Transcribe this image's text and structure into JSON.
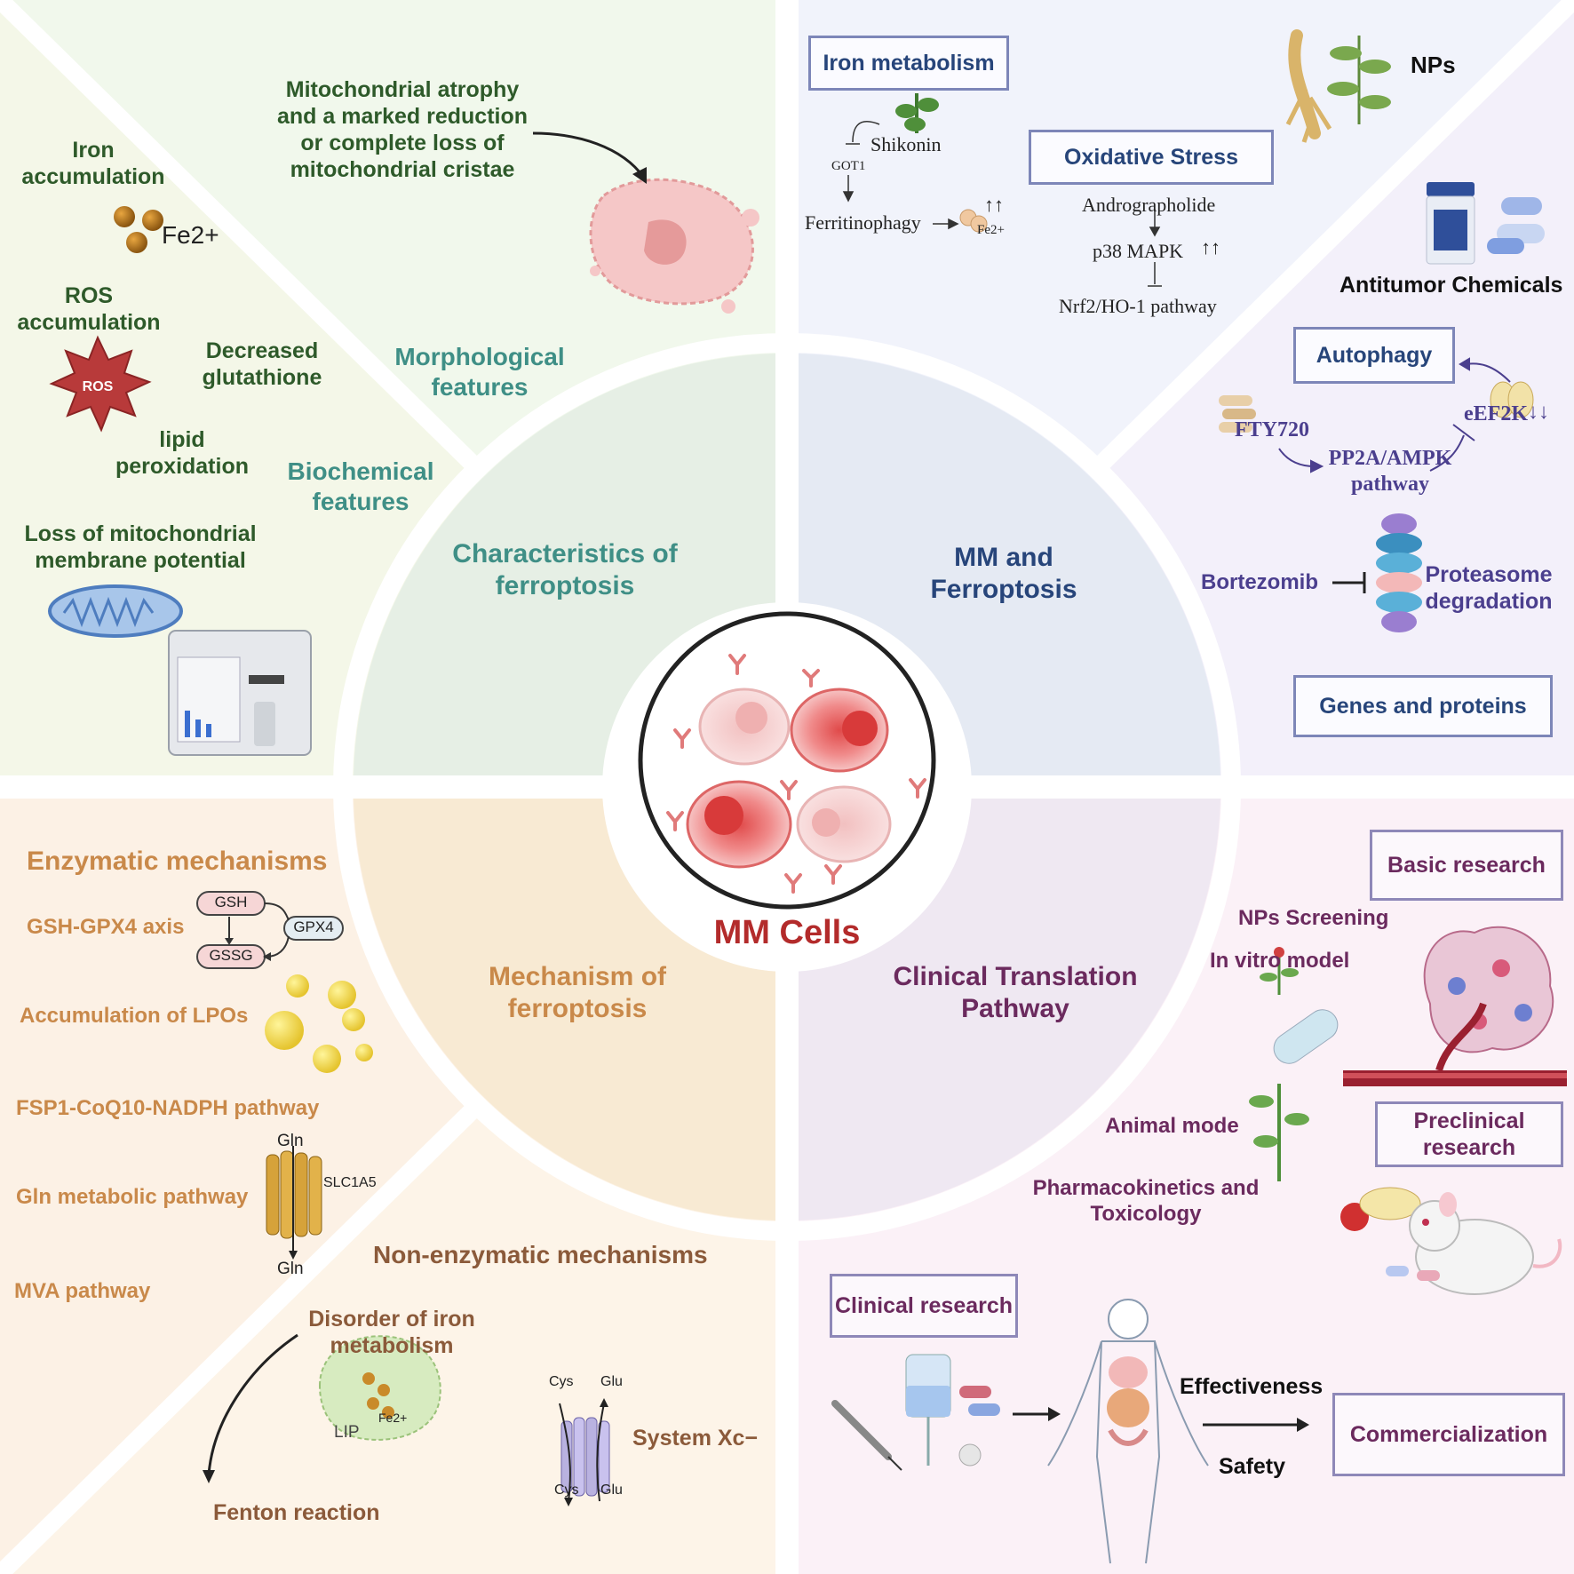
{
  "center": {
    "title": "MM Cells"
  },
  "quadrants": {
    "top_left": {
      "title": "Characteristics of ferroptosis"
    },
    "top_right": {
      "title": "MM and Ferroptosis"
    },
    "bottom_left": {
      "title": "Mechanism of ferroptosis"
    },
    "bottom_right": {
      "title": "Clinical Translation Pathway"
    }
  },
  "characteristics": {
    "morphological": "Morphological features",
    "biochemical": "Biochemical features",
    "mitochondrial_note": "Mitochondrial atrophy and a marked reduction or complete loss of mitochondrial cristae",
    "iron_accumulation": "Iron accumulation",
    "fe_label": "Fe2+",
    "ros_accumulation": "ROS accumulation",
    "ros_badge": "ROS",
    "decreased_glutathione": "Decreased glutathione",
    "lipid_peroxidation": "lipid peroxidation",
    "membrane_potential": "Loss of mitochondrial membrane potential"
  },
  "mm_ferroptosis": {
    "iron_metabolism": "Iron metabolism",
    "shikonin": "Shikonin",
    "got1": "GOT1",
    "ferritinophagy": "Ferritinophagy",
    "fe_small": "Fe2+",
    "nps": "NPs",
    "oxidative_stress": "Oxidative Stress",
    "andrographolide": "Andrographolide",
    "p38": "p38 MAPK",
    "nrf2": "Nrf2/HO-1 pathway",
    "antitumor": "Antitumor Chemicals",
    "autophagy": "Autophagy",
    "fty720": "FTY720",
    "eef2k": "eEF2K",
    "pp2a": "PP2A/AMPK pathway",
    "bortezomib": "Bortezomib",
    "proteasome": "Proteasome degradation",
    "genes_proteins": "Genes and proteins"
  },
  "mechanism": {
    "enzymatic": "Enzymatic mechanisms",
    "gsh_gpx4": "GSH-GPX4 axis",
    "gsh": "GSH",
    "gssg": "GSSG",
    "gpx4": "GPX4",
    "lpos": "Accumulation of LPOs",
    "fsp1": "FSP1-CoQ10-NADPH pathway",
    "gln_pathway": "Gln metabolic pathway",
    "gln_top": "Gln",
    "gln_bottom": "Gln",
    "slc1a5": "SLC1A5",
    "mva": "MVA pathway",
    "non_enzymatic": "Non-enzymatic mechanisms",
    "iron_disorder": "Disorder of iron metabolism",
    "lip": "LIP",
    "fe_lip": "Fe2+",
    "fenton": "Fenton reaction",
    "system_xc": "System Xc−",
    "cys_top": "Cys",
    "glu_top": "Glu",
    "cys_bottom": "Cys",
    "glu_bottom": "Glu"
  },
  "clinical": {
    "basic_research": "Basic research",
    "nps_screening": "NPs Screening",
    "in_vitro": "In vitro model",
    "animal_mode": "Animal mode",
    "preclinical": "Preclinical research",
    "pk_tox": "Pharmacokinetics and Toxicology",
    "clinical_research": "Clinical research",
    "effectiveness": "Effectiveness",
    "safety": "Safety",
    "commercialization": "Commercialization"
  }
}
